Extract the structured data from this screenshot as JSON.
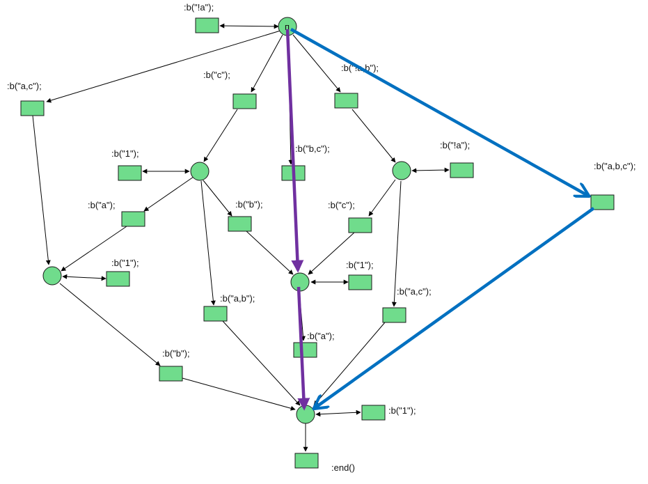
{
  "diagram": {
    "places": [
      "p0",
      "p-left",
      "p-center-left",
      "p-right",
      "p-middle",
      "p-end"
    ],
    "transitions": [
      {
        "id": "t-top-la",
        "label": ":b(\"!a\");"
      },
      {
        "id": "t-a-c-left",
        "label": ":b(\"a,c\");"
      },
      {
        "id": "t-c",
        "label": ":b(\"c\");"
      },
      {
        "id": "t-la-b",
        "label": ":b(\"!a,b\");"
      },
      {
        "id": "t-a-b-c",
        "label": ":b(\"a,b,c\");"
      },
      {
        "id": "t-1-upper-left",
        "label": ":b(\"1\");"
      },
      {
        "id": "t-b-c",
        "label": ":b(\"b,c\");"
      },
      {
        "id": "t-la-right",
        "label": ":b(\"!a\");"
      },
      {
        "id": "t-a-left",
        "label": ":b(\"a\");"
      },
      {
        "id": "t-b-center",
        "label": ":b(\"b\");"
      },
      {
        "id": "t-c-right",
        "label": ":b(\"c\");"
      },
      {
        "id": "t-1-left",
        "label": ":b(\"1\");"
      },
      {
        "id": "t-1-middle",
        "label": ":b(\"1\");"
      },
      {
        "id": "t-a-b-lower",
        "label": ":b(\"a,b\");"
      },
      {
        "id": "t-a-c-lower",
        "label": ":b(\"a,c\");"
      },
      {
        "id": "t-a-lower",
        "label": ":b(\"a\");"
      },
      {
        "id": "t-b-lower",
        "label": ":b(\"b\");"
      },
      {
        "id": "t-1-end",
        "label": ":b(\"1\");"
      },
      {
        "id": "t-end",
        "label": ":end()"
      }
    ],
    "place_fill": "#70dc8c",
    "transition_fill": "#70dc8c",
    "highlight_purple": "#7030a0",
    "highlight_blue": "#0070c0",
    "p0_mark": "п"
  }
}
